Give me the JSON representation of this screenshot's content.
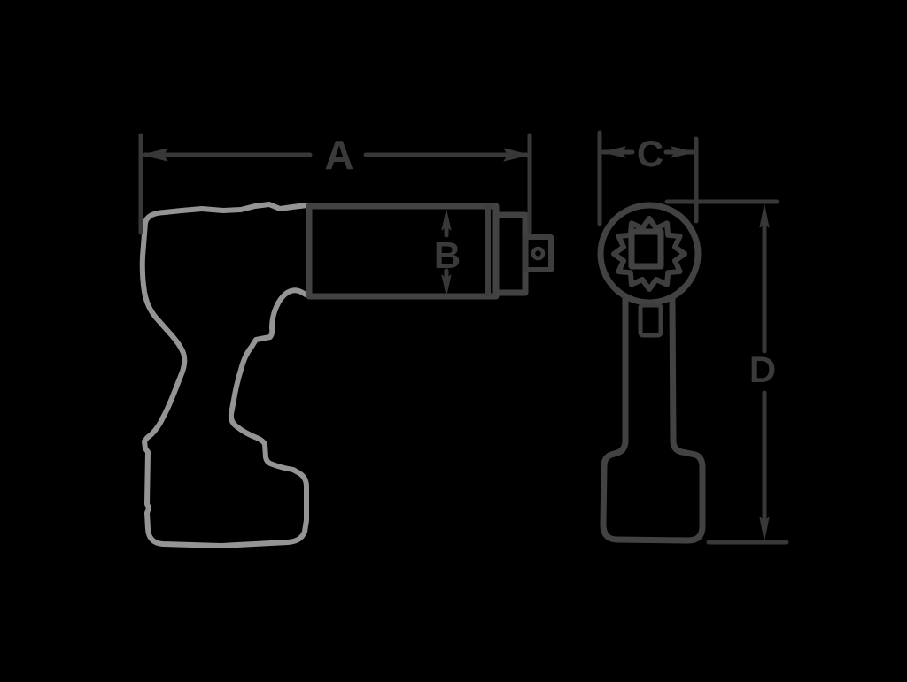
{
  "drawing": {
    "description": "Two-view dimensioned outline drawing of a cordless pistol-grip impact wrench on a black background",
    "dimension_labels": {
      "a": "A",
      "b": "B",
      "c": "C",
      "d": "D"
    },
    "colors": {
      "background": "#000000",
      "body_outline": "#9c9c9c",
      "drawing_line": "#424242",
      "dimension_line": "#383838",
      "label_text": "#3a3a3a"
    }
  }
}
